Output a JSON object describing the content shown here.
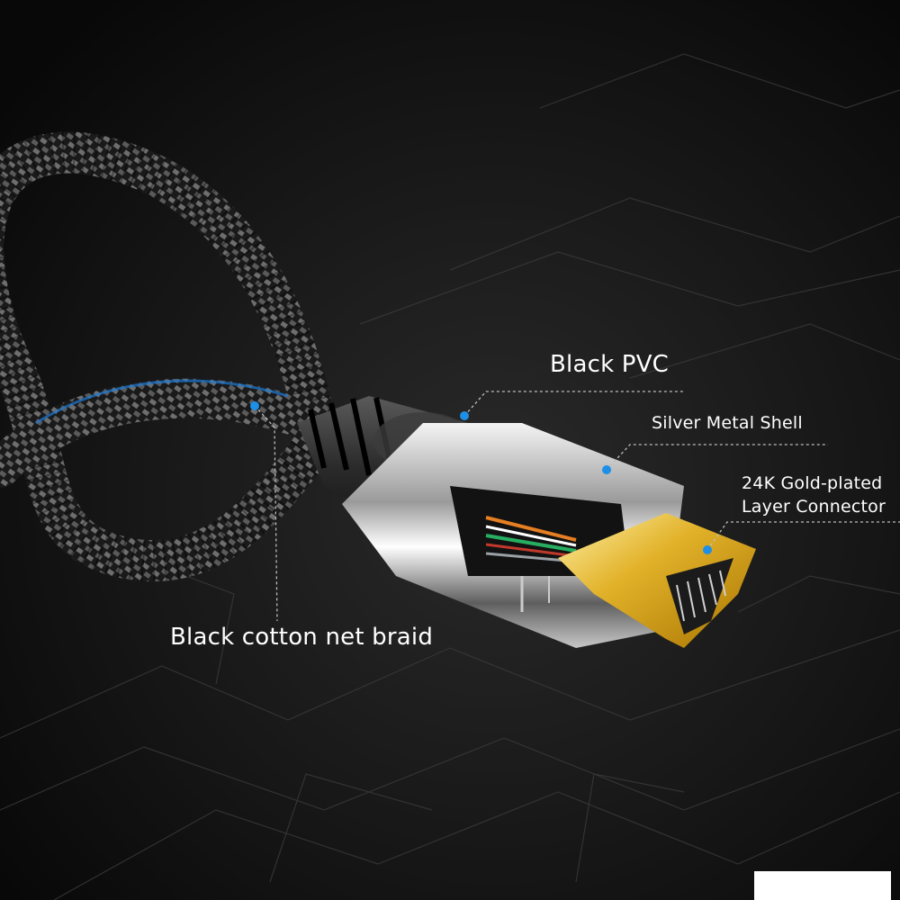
{
  "labels": {
    "black_pvc": "Black PVC",
    "silver_shell": "Silver Metal Shell",
    "gold_line1": "24K Gold-plated",
    "gold_line2": "Layer Connector",
    "braid": "Black cotton net braid"
  },
  "colors": {
    "background": "#0e0e0e",
    "marker_dot": "#1e8fe6",
    "text": "#ffffff",
    "gold": "#d9a520",
    "silver": "#d8d8d8"
  }
}
